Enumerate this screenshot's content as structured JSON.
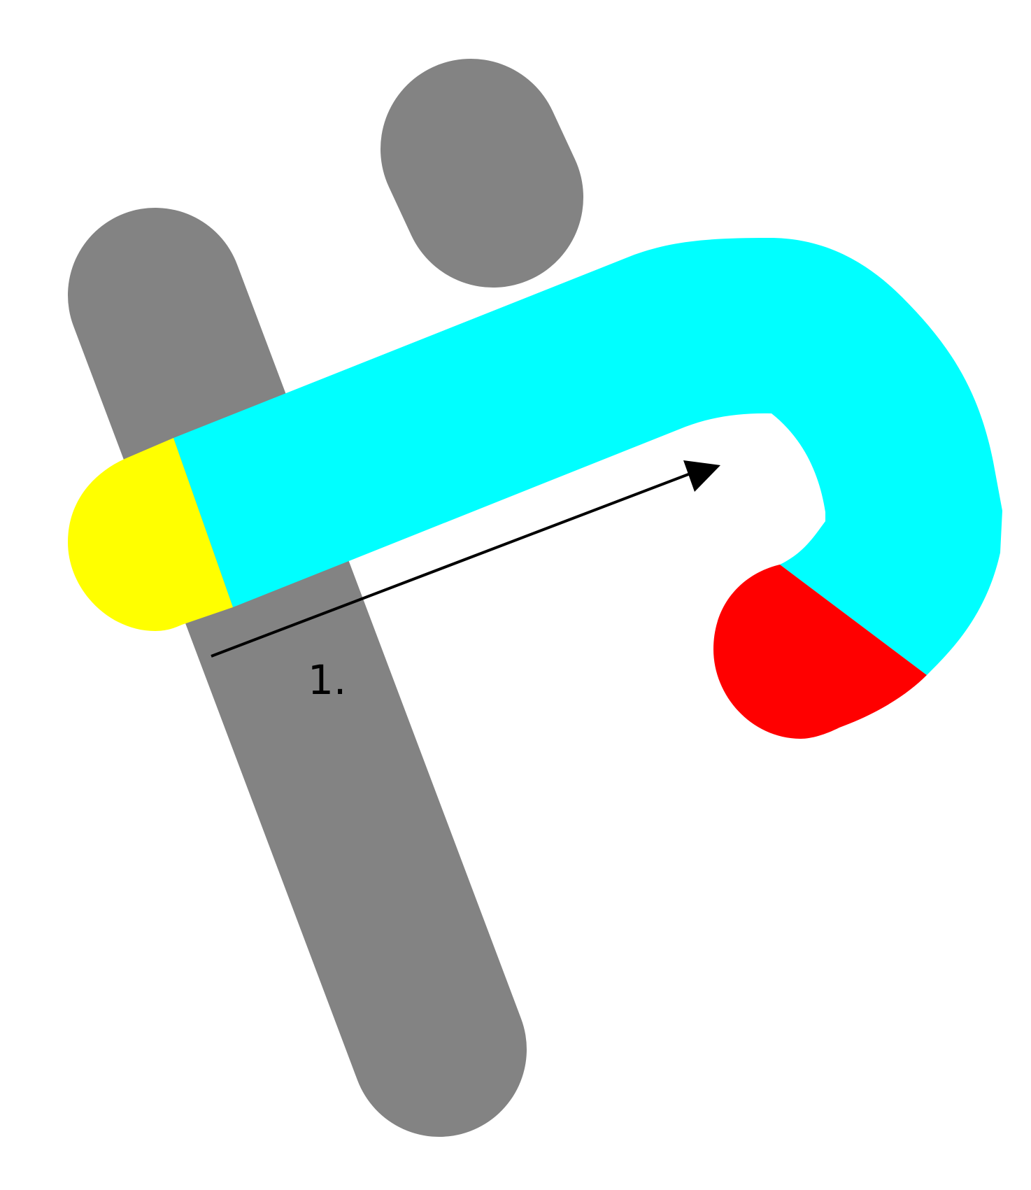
{
  "diagram": {
    "step_label": "1.",
    "colors": {
      "background": "#ffffff",
      "obstacle": "#838383",
      "path_body": "#00ffff",
      "path_start": "#ffff00",
      "path_end": "#ff0000",
      "arrow": "#000000"
    },
    "elements": [
      "long-grey-bar",
      "short-grey-bar",
      "cyan-hook-path",
      "yellow-start-cap",
      "red-end-cap",
      "direction-arrow",
      "step-label"
    ]
  }
}
